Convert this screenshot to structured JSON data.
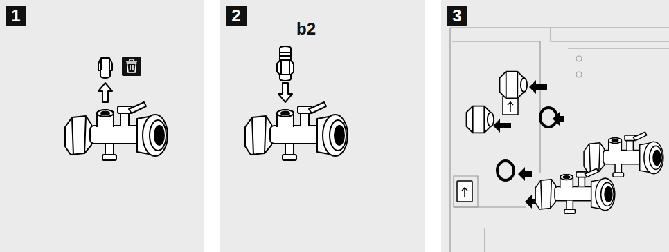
{
  "diagram": {
    "nodes": [
      {
        "text": [
          "1"
        ]
      },
      {
        "text": [
          "2"
        ]
      },
      {
        "text": [
          "3"
        ]
      }
    ],
    "labels": [
      "b2"
    ]
  }
}
